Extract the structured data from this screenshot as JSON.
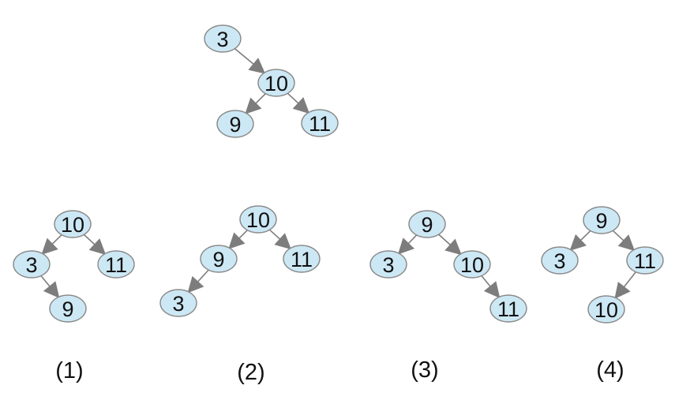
{
  "colors": {
    "node_fill": "#cde8f5",
    "node_stroke": "#8a8a8a",
    "edge": "#7d7d7d",
    "text": "#111111"
  },
  "trees": [
    {
      "id": "original",
      "caption": "",
      "nodes": [
        {
          "id": "a",
          "label": "3"
        },
        {
          "id": "b",
          "label": "10"
        },
        {
          "id": "c",
          "label": "9"
        },
        {
          "id": "d",
          "label": "11"
        }
      ],
      "edges": [
        [
          "a",
          "b"
        ],
        [
          "b",
          "c"
        ],
        [
          "b",
          "d"
        ]
      ]
    },
    {
      "id": "option-1",
      "caption": "(1)",
      "nodes": [
        {
          "id": "a",
          "label": "10"
        },
        {
          "id": "b",
          "label": "3"
        },
        {
          "id": "c",
          "label": "11"
        },
        {
          "id": "d",
          "label": "9"
        }
      ],
      "edges": [
        [
          "a",
          "b"
        ],
        [
          "a",
          "c"
        ],
        [
          "b",
          "d"
        ]
      ]
    },
    {
      "id": "option-2",
      "caption": "(2)",
      "nodes": [
        {
          "id": "a",
          "label": "10"
        },
        {
          "id": "b",
          "label": "9"
        },
        {
          "id": "c",
          "label": "11"
        },
        {
          "id": "d",
          "label": "3"
        }
      ],
      "edges": [
        [
          "a",
          "b"
        ],
        [
          "a",
          "c"
        ],
        [
          "b",
          "d"
        ]
      ]
    },
    {
      "id": "option-3",
      "caption": "(3)",
      "nodes": [
        {
          "id": "a",
          "label": "9"
        },
        {
          "id": "b",
          "label": "3"
        },
        {
          "id": "c",
          "label": "10"
        },
        {
          "id": "d",
          "label": "11"
        }
      ],
      "edges": [
        [
          "a",
          "b"
        ],
        [
          "a",
          "c"
        ],
        [
          "c",
          "d"
        ]
      ]
    },
    {
      "id": "option-4",
      "caption": "(4)",
      "nodes": [
        {
          "id": "a",
          "label": "9"
        },
        {
          "id": "b",
          "label": "3"
        },
        {
          "id": "c",
          "label": "11"
        },
        {
          "id": "d",
          "label": "10"
        }
      ],
      "edges": [
        [
          "a",
          "b"
        ],
        [
          "a",
          "c"
        ],
        [
          "c",
          "d"
        ]
      ]
    }
  ]
}
